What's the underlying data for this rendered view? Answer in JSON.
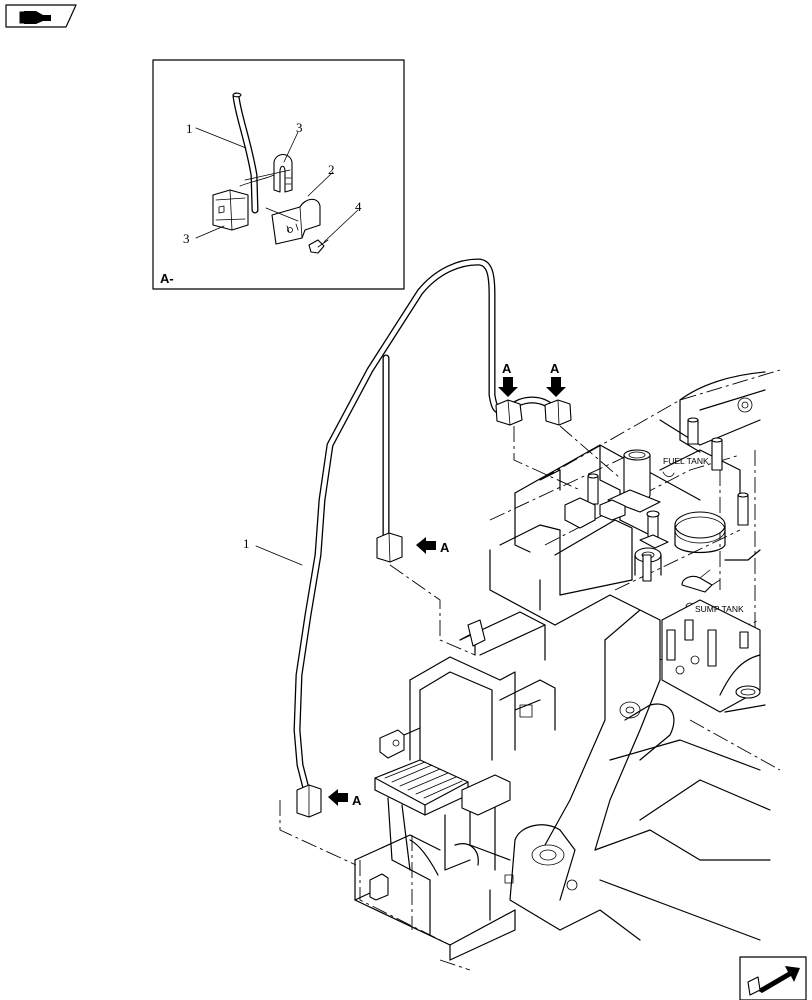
{
  "detail_view": {
    "caption": "A-",
    "callouts": [
      "1",
      "2",
      "3",
      "3",
      "4"
    ]
  },
  "main_view": {
    "pipe_callout": "1",
    "arrow_label": "A",
    "fuel_tank_label": "FUEL TANK",
    "sump_tank_label": "SUMP TANK"
  },
  "icons": {
    "top_left": "book-arrow-icon",
    "bottom_right": "next-page-arrow-icon"
  }
}
